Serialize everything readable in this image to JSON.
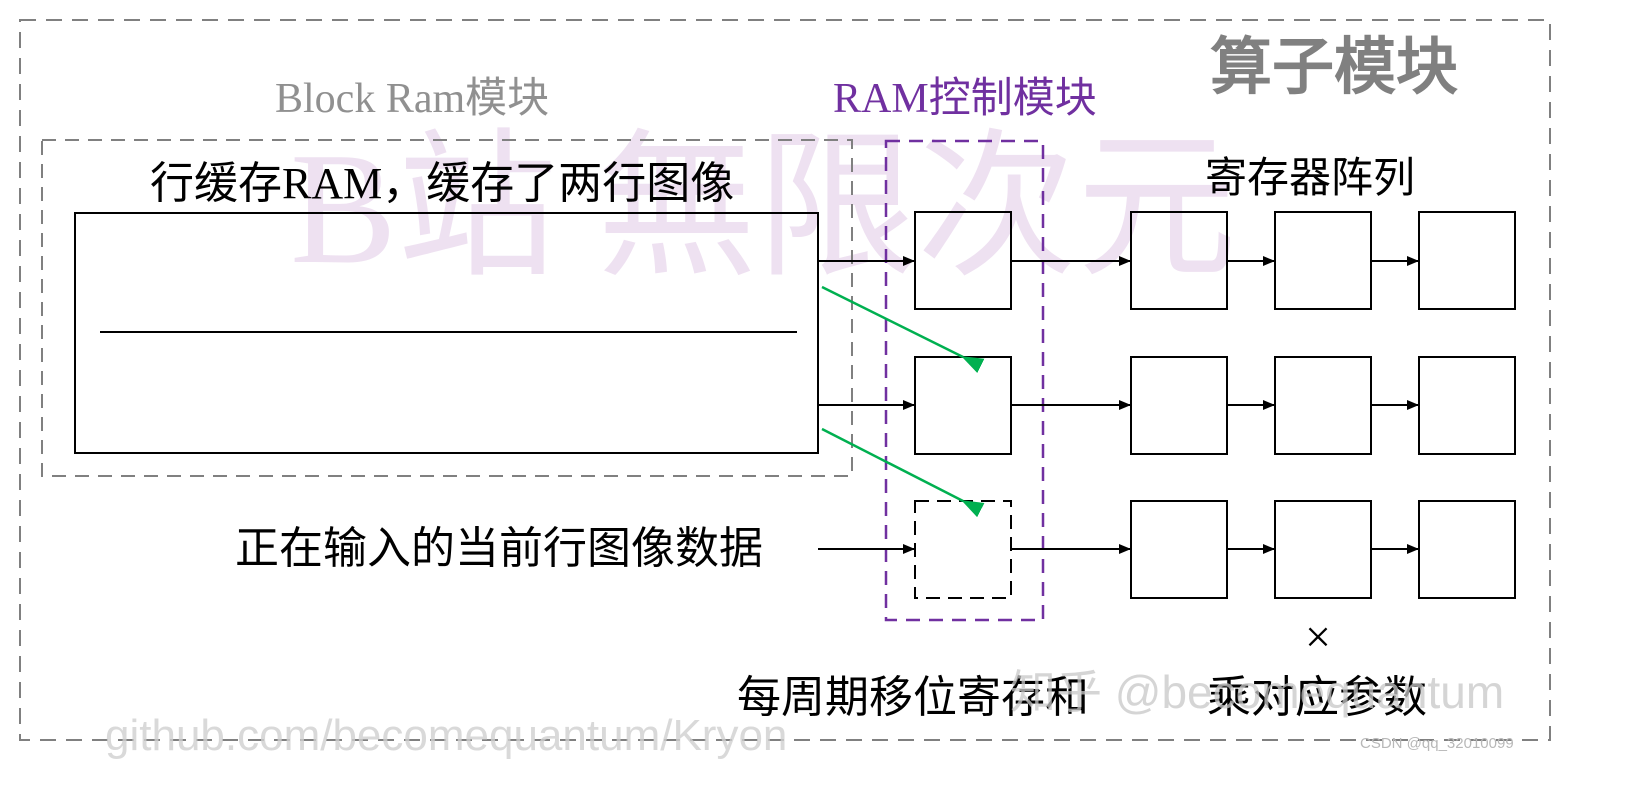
{
  "modules": {
    "operator_module_label": "算子模块",
    "block_ram_label": "Block Ram模块",
    "ram_control_label": "RAM控制模块"
  },
  "line_buffer": {
    "label": "行缓存RAM，缓存了两行图像"
  },
  "register_array": {
    "label": "寄存器阵列"
  },
  "input": {
    "label": "正在输入的当前行图像数据"
  },
  "bottom": {
    "times_symbol": "×",
    "shift_label": "每周期移位寄存和",
    "multiply_label": "乘对应参数"
  },
  "watermarks": {
    "b_site": "B站 無限次元",
    "github": "github.com/becomequantum/Kryon",
    "zhihu": "知乎 @becomequantum",
    "csdn": "CSDN @qq_32010099"
  },
  "colors": {
    "module_border": "#808080",
    "ram_control": "#7030a0",
    "feedback_arrow": "#00b050",
    "line": "#000000",
    "watermark": "#e8d8ec"
  }
}
